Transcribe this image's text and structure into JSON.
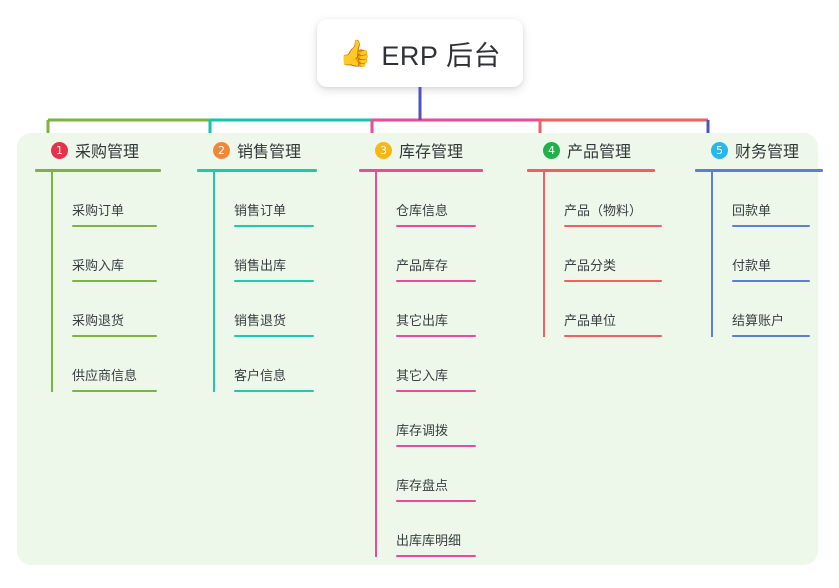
{
  "title": {
    "icon": "thumbs-up-icon",
    "emoji": "👍",
    "text": "ERP 后台"
  },
  "theme": {
    "panel_bg": "#eef8ea",
    "page_bg": "#ffffff",
    "trunk_color": "#4a55c4",
    "title_text_color": "#2f3136"
  },
  "columns": [
    {
      "number": "1",
      "title": "采购管理",
      "badge_color": "#e8324a",
      "line_color": "#7cb342",
      "connector_color": "#7cb342",
      "items": [
        {
          "label": "采购订单"
        },
        {
          "label": "采购入库"
        },
        {
          "label": "采购退货"
        },
        {
          "label": "供应商信息"
        }
      ]
    },
    {
      "number": "2",
      "title": "销售管理",
      "badge_color": "#f0883a",
      "line_color": "#1ec9b0",
      "connector_color": "#15c4ac",
      "items": [
        {
          "label": "销售订单"
        },
        {
          "label": "销售出库"
        },
        {
          "label": "销售退货"
        },
        {
          "label": "客户信息"
        }
      ]
    },
    {
      "number": "3",
      "title": "库存管理",
      "badge_color": "#f5b719",
      "line_color": "#ea4b9b",
      "connector_color": "#ea4b9b",
      "items": [
        {
          "label": "仓库信息"
        },
        {
          "label": "产品库存"
        },
        {
          "label": "其它出库"
        },
        {
          "label": "其它入库"
        },
        {
          "label": "库存调拨"
        },
        {
          "label": "库存盘点"
        },
        {
          "label": "出库库明细"
        }
      ]
    },
    {
      "number": "4",
      "title": "产品管理",
      "badge_color": "#22b04b",
      "line_color": "#f15f5f",
      "connector_color": "#f15f5f",
      "items": [
        {
          "label": "产品（物料）"
        },
        {
          "label": "产品分类"
        },
        {
          "label": "产品单位"
        }
      ]
    },
    {
      "number": "5",
      "title": "财务管理",
      "badge_color": "#29b6e8",
      "line_color": "#5b7fd4",
      "connector_color": "#4a55c4",
      "items": [
        {
          "label": "回款单"
        },
        {
          "label": "付款单"
        },
        {
          "label": "结算账户"
        }
      ]
    }
  ]
}
